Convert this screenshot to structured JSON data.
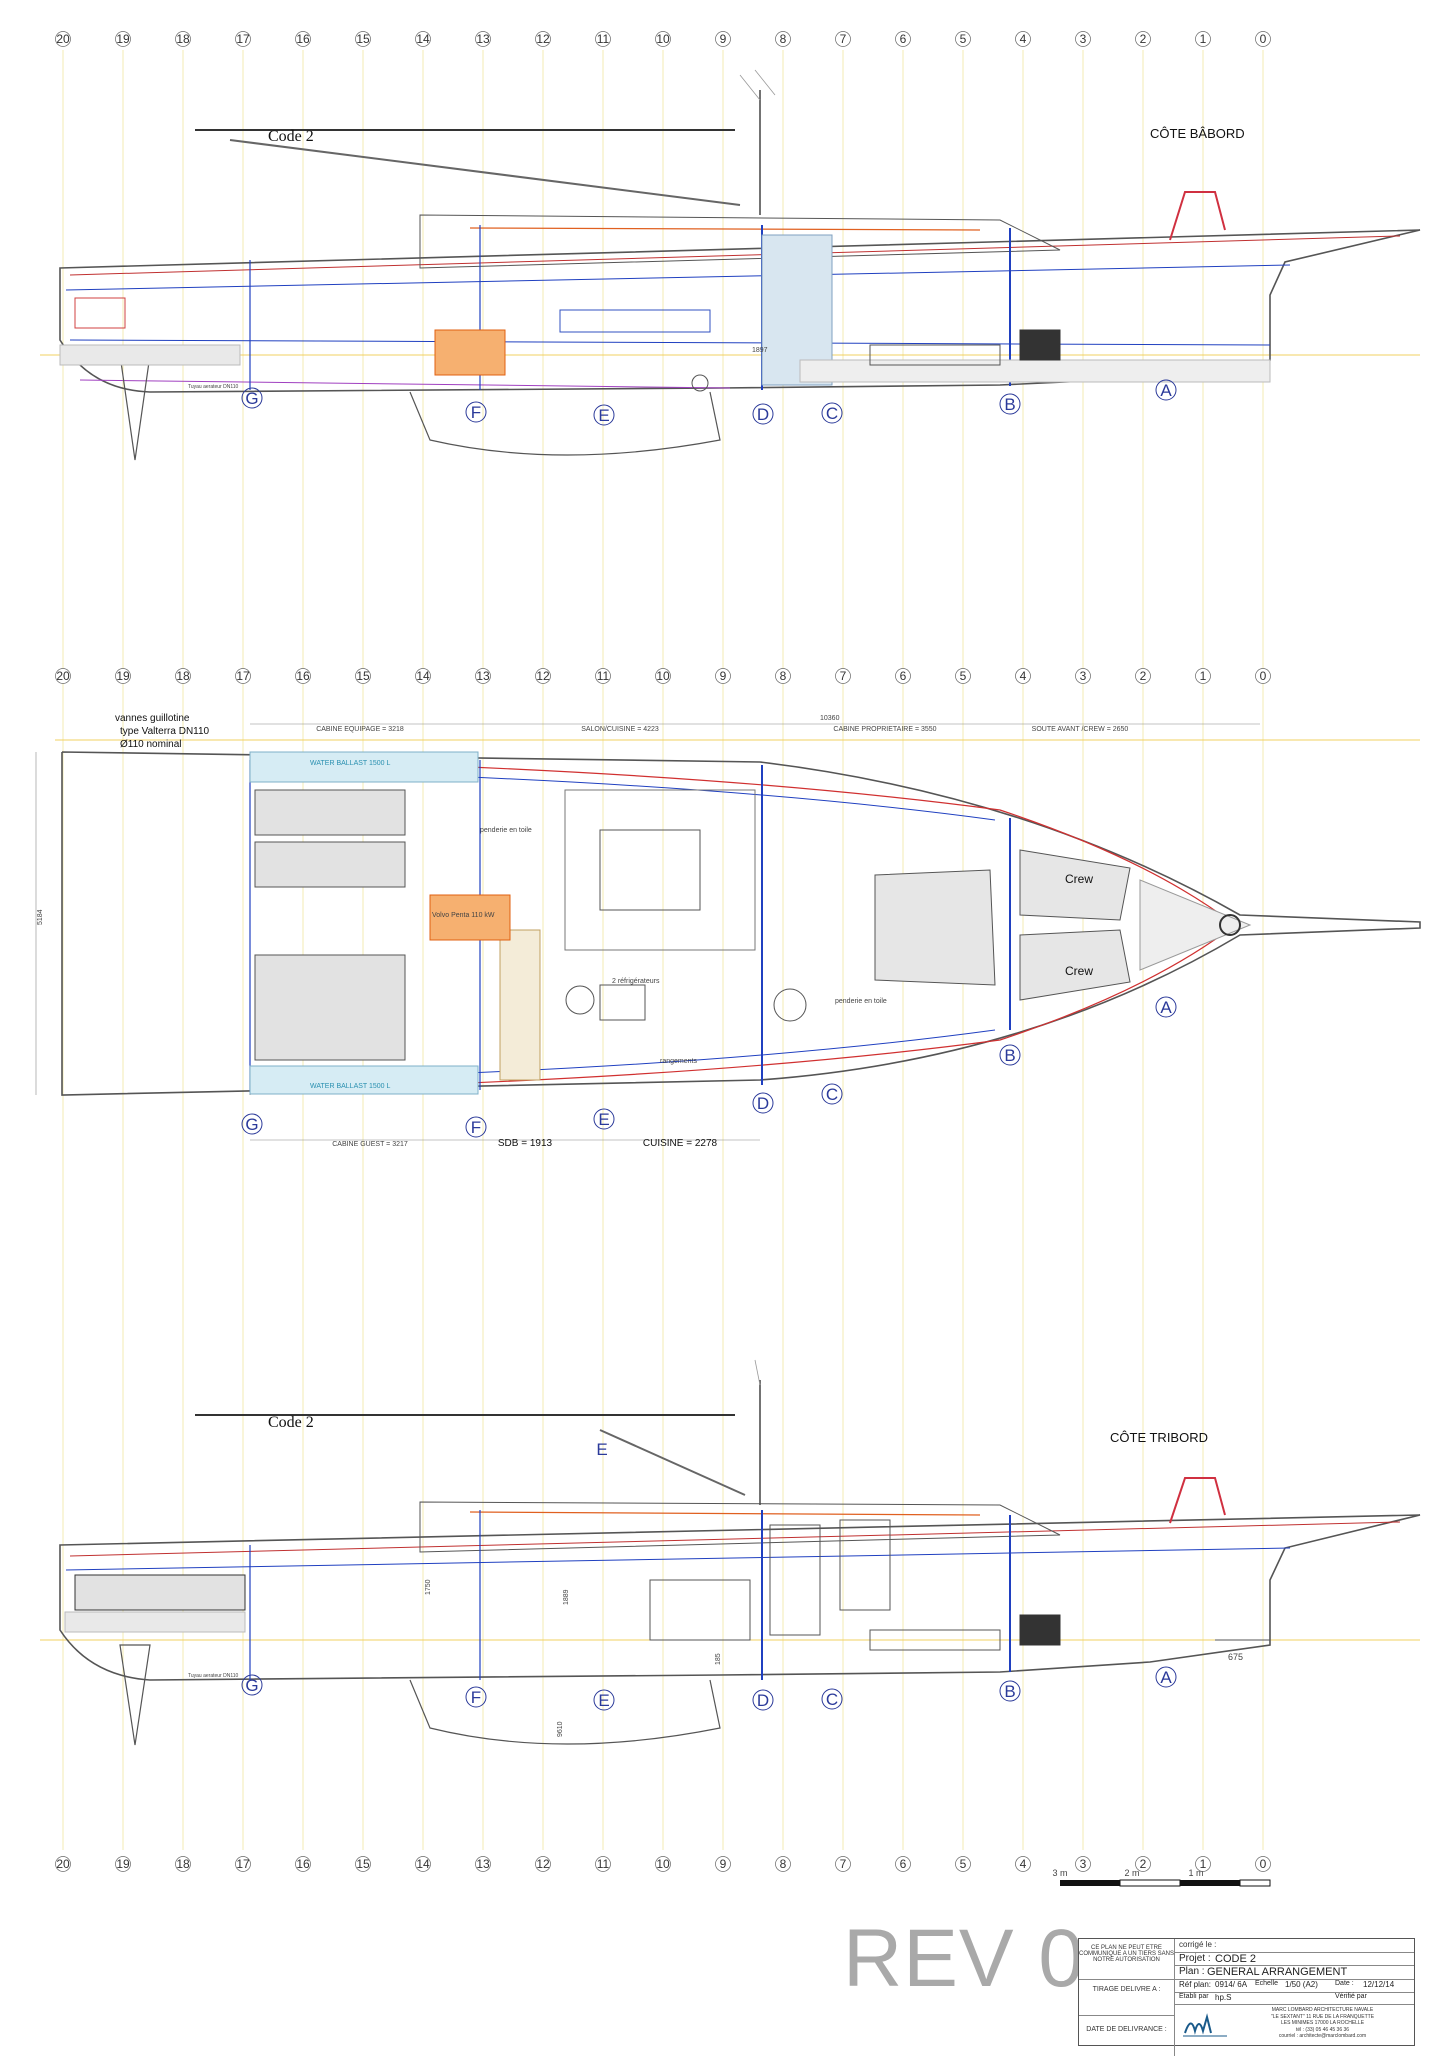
{
  "stations": [
    "20",
    "19",
    "18",
    "17",
    "16",
    "15",
    "14",
    "13",
    "12",
    "11",
    "10",
    "9",
    "8",
    "7",
    "6",
    "5",
    "4",
    "3",
    "2",
    "1",
    "0"
  ],
  "sections_top": [
    "G",
    "F",
    "E",
    "D",
    "C",
    "B",
    "A"
  ],
  "side_views": {
    "port": {
      "label": "CÔTE BÂBORD",
      "mast_label": "Code 2",
      "note": "Tuyau aerateur DN110",
      "dim": "1897"
    },
    "starboard": {
      "label": "CÔTE TRIBORD",
      "mast_label": "Code 2",
      "mid_section": "E",
      "dim_a": "675",
      "dim_b": "1750",
      "dim_c": "9610",
      "dim_d": "1889",
      "dim_e": "185",
      "note": "Tuyau aerateur DN110"
    }
  },
  "plan_view": {
    "valve_note": [
      "vannes guillotine",
      "type Valterra DN110",
      "Ø110 nominal"
    ],
    "beam": "5184",
    "overall": "10360",
    "zones_top": [
      "CABINE EQUIPAGE = 3218",
      "SALON/CUISINE = 4223",
      "CABINE PROPRIETAIRE = 3550",
      "SOUTE AVANT /CREW = 2650"
    ],
    "zones_bottom": [
      "CABINE GUEST = 3217",
      "SDB = 1913",
      "CUISINE = 2278"
    ],
    "ballast_top": "WATER BALLAST 1500 L",
    "ballast_bottom": "WATER BALLAST 1500 L",
    "crew": [
      "Crew",
      "Crew"
    ],
    "rangements": "rangements",
    "penderie": "penderie en toile",
    "engine": "Volvo Penta 110 kW",
    "labels_misc": [
      "penderie en toile",
      "2 réfrigérateurs"
    ]
  },
  "scale_bar": {
    "labels": [
      "3 m",
      "2 m",
      "1 m"
    ]
  },
  "title_block": {
    "revision": "REV 0",
    "corrige": "corrigé le :",
    "projet_label": "Projet :",
    "projet": "CODE 2",
    "plan_label": "Plan :",
    "plan": "GENERAL ARRANGEMENT",
    "ref_label": "Réf plan:",
    "ref": "0914/ 6A",
    "echelle_label": "Echelle",
    "echelle": "1/50 (A2)",
    "date_label": "Date :",
    "date": "12/12/14",
    "etabli_label": "Etabli par",
    "etabli": "hp.S",
    "verifie_label": "Vérifié par",
    "left_note": "CE PLAN NE PEUT ETRE COMMUNIQUE A UN TIERS SANS NOTRE AUTORISATION",
    "tirage": "TIRAGE DELIVRE A :",
    "date_delivrance": "DATE DE DELIVRANCE :",
    "office": [
      "MARC LOMBARD ARCHITECTURE NAVALE",
      "\"LE SEXTANT\" 11 RUE DE LA FRANQUETTE",
      "LES MINIMES 17000 LA ROCHELLE",
      "tél : (33) 05 46 45 36 36",
      "courriel : architecte@marclombard.com"
    ]
  }
}
